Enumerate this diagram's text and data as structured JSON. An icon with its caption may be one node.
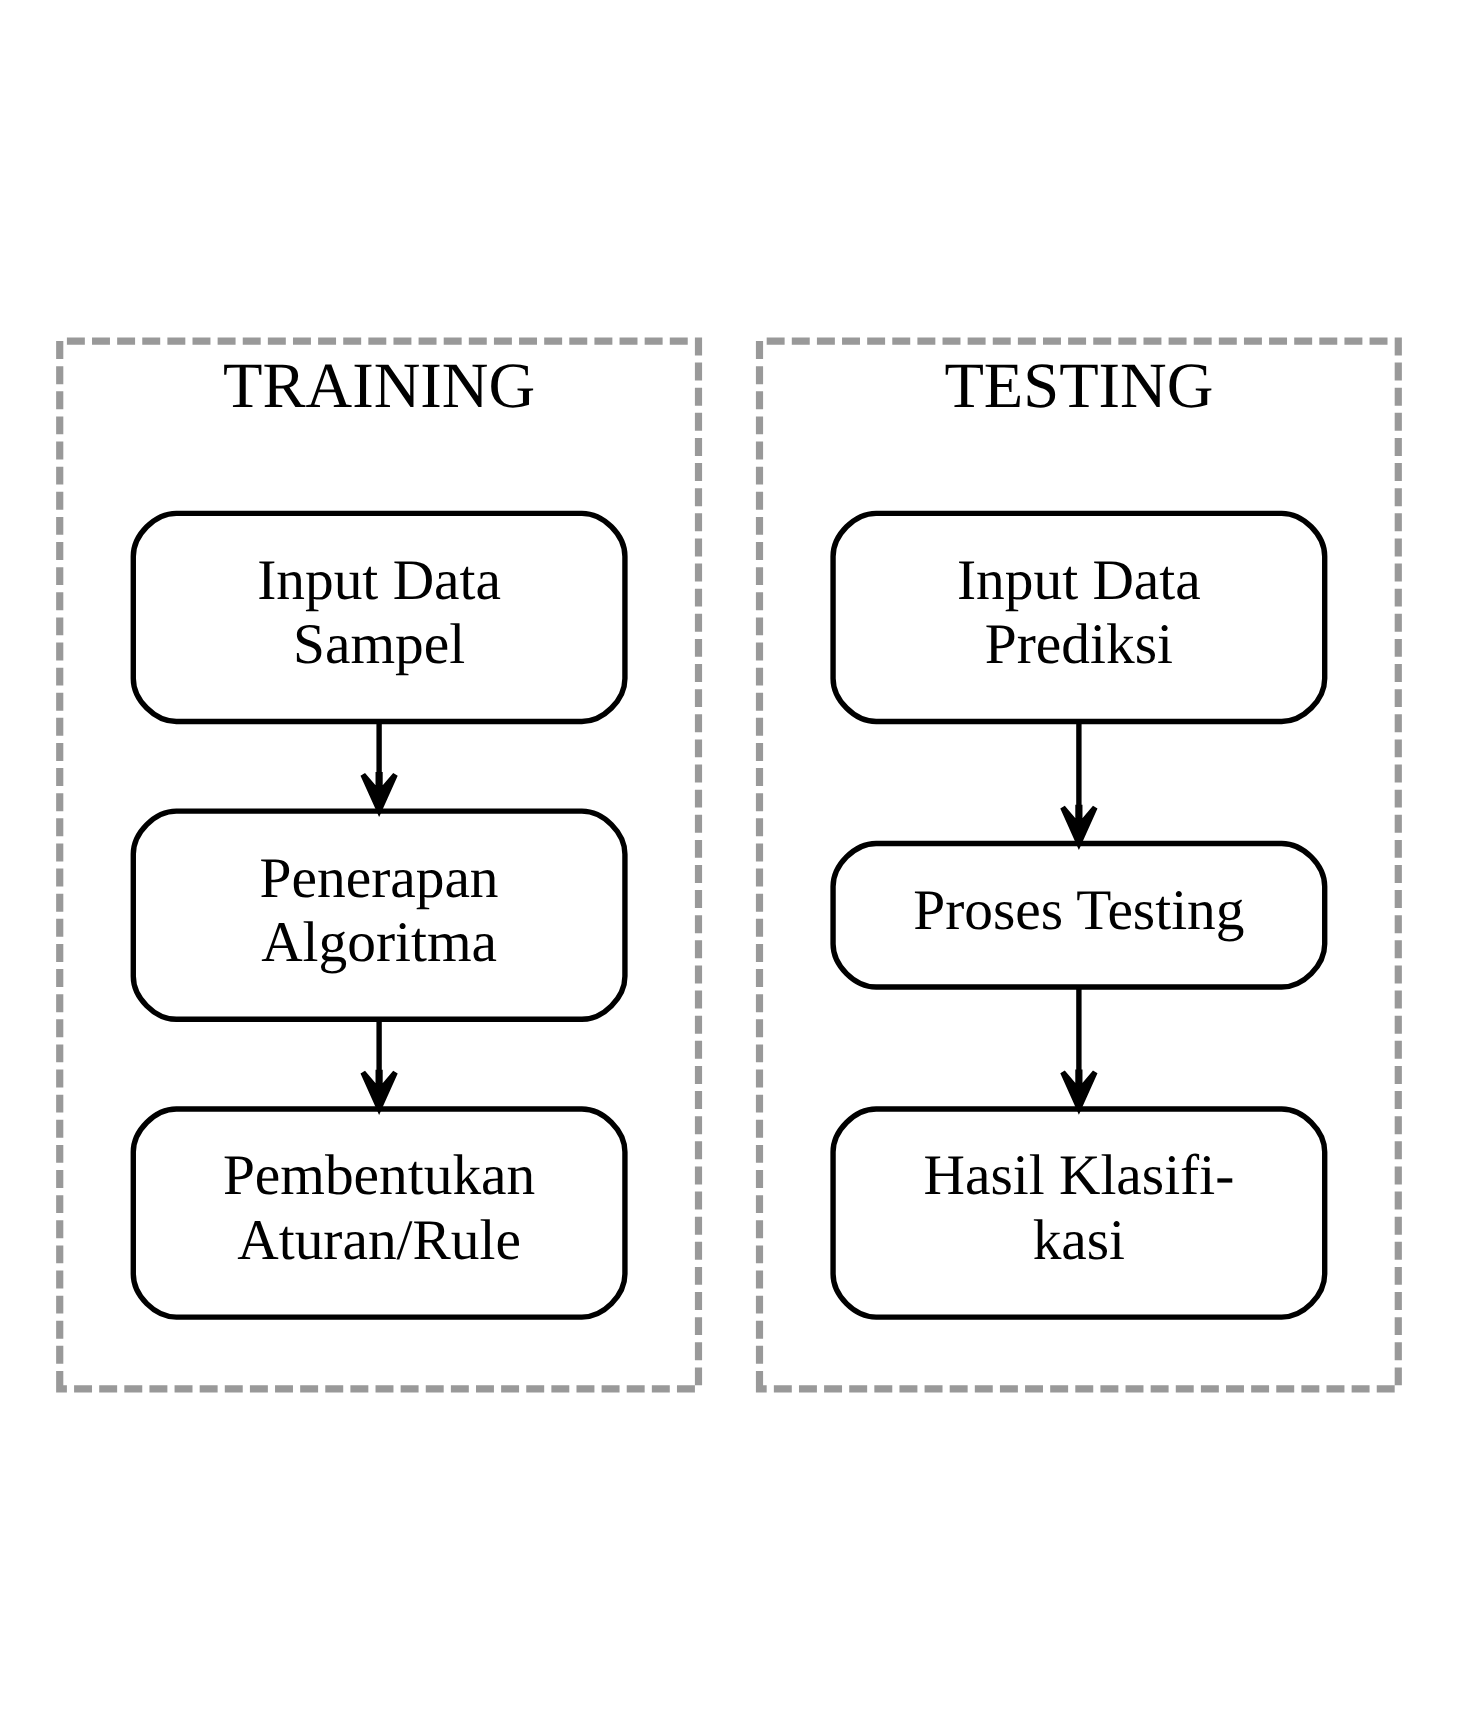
{
  "diagram": {
    "nodes": [
      {
        "text": [
          "TRAINING"
        ]
      },
      {
        "text": [
          "Input Data Sampel"
        ],
        "in": 0
      },
      {
        "text": [
          "Penerapan Algoritma"
        ],
        "in": 0
      },
      {
        "text": [
          "Pembentukan Aturan/Rule"
        ],
        "in": 0
      },
      {
        "text": [
          "TESTING"
        ]
      },
      {
        "text": [
          "Input Data Prediksi"
        ],
        "in": 4
      },
      {
        "text": [
          "Proses Testing"
        ],
        "in": 4
      },
      {
        "text": [
          "Hasil Klasifi- kasi"
        ],
        "in": 4
      }
    ],
    "edges": [
      {
        "from": 1,
        "to": 2,
        "arrow": "to"
      },
      {
        "from": 2,
        "to": 3,
        "arrow": "to"
      },
      {
        "from": 5,
        "to": 6,
        "arrow": "to"
      },
      {
        "from": 6,
        "to": 7,
        "arrow": "to"
      }
    ]
  }
}
